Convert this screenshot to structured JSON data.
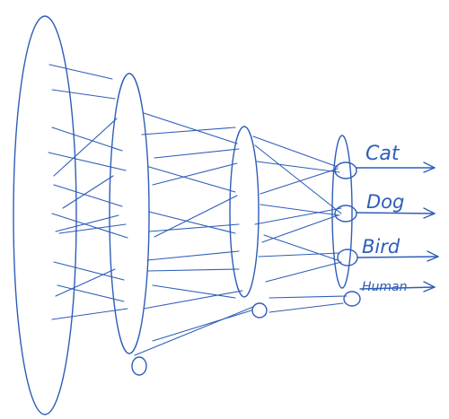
{
  "colors": {
    "ink": "#2f5db8",
    "background": "#ffffff"
  },
  "diagram": {
    "outputs": [
      {
        "label": "Cat"
      },
      {
        "label": "Dog"
      },
      {
        "label": "Bird"
      },
      {
        "label": "Human"
      }
    ]
  }
}
